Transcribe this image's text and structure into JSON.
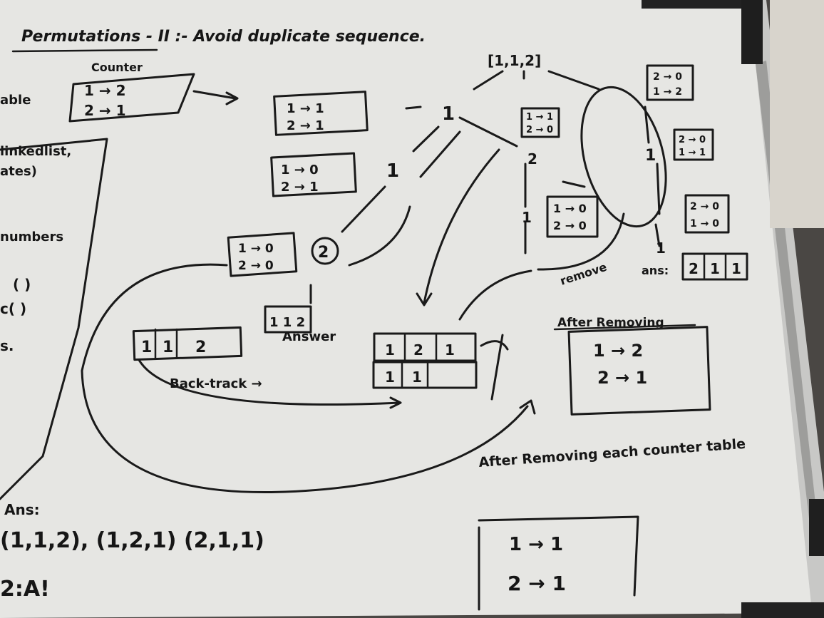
{
  "photo": {
    "title": "Permutations - II :- Avoid duplicate sequence.",
    "counter_label": "Counter",
    "left_edge_fragments": [
      "able",
      "linkedlist,",
      "ates)",
      "numbers",
      "( )",
      "c( )",
      "s."
    ],
    "root_node": "[1,1,2]",
    "counter_tables": [
      {
        "rows": [
          "1 → 2",
          "2 → 1"
        ]
      },
      {
        "rows": [
          "1 → 1",
          "2 → 1"
        ]
      },
      {
        "rows": [
          "1 → 0",
          "2 → 1"
        ]
      },
      {
        "rows": [
          "1 → 0",
          "2 → 0"
        ]
      },
      {
        "rows": [
          "1 → 1",
          "2 → 0"
        ]
      },
      {
        "rows": [
          "1 → 0",
          "2 → 0"
        ]
      },
      {
        "rows": [
          "2 → 0",
          "1 → 2"
        ]
      },
      {
        "rows": [
          "2 → 0",
          "1 → 1"
        ]
      },
      {
        "rows": [
          "2 → 0",
          "1 → 0"
        ]
      }
    ],
    "tree_labels": [
      "1",
      "1",
      "2",
      "2",
      "1",
      "1",
      "1"
    ],
    "answer_badge": "1 1 2",
    "answer_label": "Answer",
    "answer_array": [
      "1",
      "1",
      "2"
    ],
    "work_array_top": [
      "1",
      "2",
      "1"
    ],
    "work_array_bottom": [
      "1",
      "1",
      ""
    ],
    "backtrack_label": "Back-track →",
    "remove_label": "remove",
    "ans_array": [
      "2",
      "1",
      "1"
    ],
    "ans_prefix": "ans:",
    "after_removing_label": "After Removing",
    "after_removing_rows": [
      "1 → 2",
      "2 → 1"
    ],
    "after_removing_each_label": "After Removing each counter table",
    "final_table_rows": [
      "1 → 1",
      "2 → 1"
    ],
    "answer_list_label": "Ans:",
    "answer_list": "(1,1,2), (1,2,1) (2,1,1)",
    "footer_mark": "2:A!"
  },
  "colors": {
    "board": "#e9e9e7",
    "ink": "#161616",
    "frame": "#c9c9c7",
    "shadow": "#4a4744"
  }
}
